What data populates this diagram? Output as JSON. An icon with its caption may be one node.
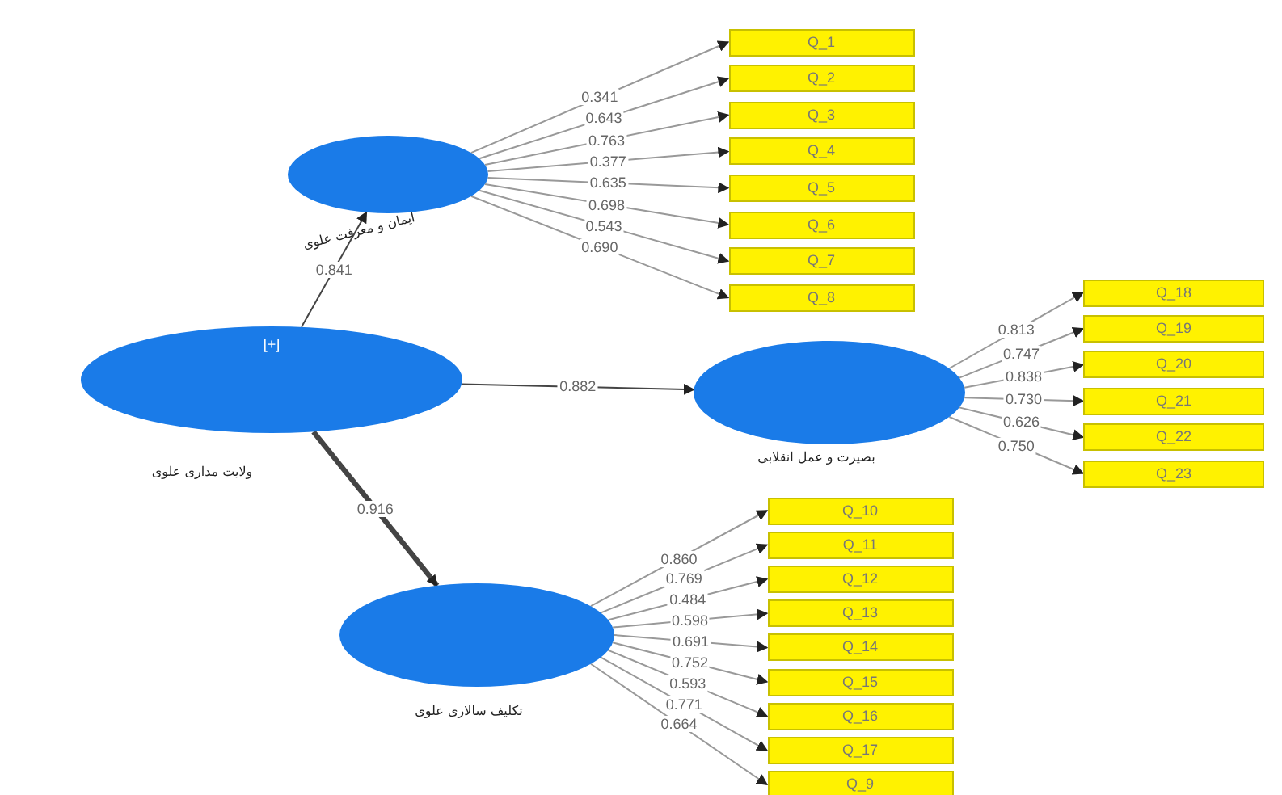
{
  "diagram": {
    "nodes": [
      {
        "text": [
          "[+]",
          "ولایت مداری علوی"
        ]
      },
      {
        "text": [
          "ایمان و معرفت علوی"
        ]
      },
      {
        "text": [
          "بصیرت و عمل انقلابی"
        ]
      },
      {
        "text": [
          "تکلیف سالاری علوی"
        ]
      },
      {
        "text": [
          "Q_1"
        ]
      },
      {
        "text": [
          "Q_2"
        ]
      },
      {
        "text": [
          "Q_3"
        ]
      },
      {
        "text": [
          "Q_4"
        ]
      },
      {
        "text": [
          "Q_5"
        ]
      },
      {
        "text": [
          "Q_6"
        ]
      },
      {
        "text": [
          "Q_7"
        ]
      },
      {
        "text": [
          "Q_8"
        ]
      },
      {
        "text": [
          "Q_18"
        ]
      },
      {
        "text": [
          "Q_19"
        ]
      },
      {
        "text": [
          "Q_20"
        ]
      },
      {
        "text": [
          "Q_21"
        ]
      },
      {
        "text": [
          "Q_22"
        ]
      },
      {
        "text": [
          "Q_23"
        ]
      },
      {
        "text": [
          "Q_10"
        ]
      },
      {
        "text": [
          "Q_11"
        ]
      },
      {
        "text": [
          "Q_12"
        ]
      },
      {
        "text": [
          "Q_13"
        ]
      },
      {
        "text": [
          "Q_14"
        ]
      },
      {
        "text": [
          "Q_15"
        ]
      },
      {
        "text": [
          "Q_16"
        ]
      },
      {
        "text": [
          "Q_17"
        ]
      },
      {
        "text": [
          "Q_9"
        ]
      }
    ],
    "edges": [
      {
        "from": 0,
        "to": 1,
        "arrow": "to",
        "label": "0.841"
      },
      {
        "from": 0,
        "to": 2,
        "arrow": "to",
        "label": "0.882"
      },
      {
        "from": 0,
        "to": 3,
        "arrow": "to",
        "label": "0.916",
        "style": "thick"
      },
      {
        "from": 1,
        "to": 4,
        "arrow": "to",
        "label": "0.341"
      },
      {
        "from": 1,
        "to": 5,
        "arrow": "to",
        "label": "0.643"
      },
      {
        "from": 1,
        "to": 6,
        "arrow": "to",
        "label": "0.763"
      },
      {
        "from": 1,
        "to": 7,
        "arrow": "to",
        "label": "0.377"
      },
      {
        "from": 1,
        "to": 8,
        "arrow": "to",
        "label": "0.635"
      },
      {
        "from": 1,
        "to": 9,
        "arrow": "to",
        "label": "0.698"
      },
      {
        "from": 1,
        "to": 10,
        "arrow": "to",
        "label": "0.543"
      },
      {
        "from": 1,
        "to": 11,
        "arrow": "to",
        "label": "0.690"
      },
      {
        "from": 2,
        "to": 12,
        "arrow": "to",
        "label": "0.813"
      },
      {
        "from": 2,
        "to": 13,
        "arrow": "to",
        "label": "0.747"
      },
      {
        "from": 2,
        "to": 14,
        "arrow": "to",
        "label": "0.838"
      },
      {
        "from": 2,
        "to": 15,
        "arrow": "to",
        "label": "0.730"
      },
      {
        "from": 2,
        "to": 16,
        "arrow": "to",
        "label": "0.626"
      },
      {
        "from": 2,
        "to": 17,
        "arrow": "to",
        "label": "0.750"
      },
      {
        "from": 3,
        "to": 18,
        "arrow": "to",
        "label": "0.860"
      },
      {
        "from": 3,
        "to": 19,
        "arrow": "to",
        "label": "0.769"
      },
      {
        "from": 3,
        "to": 20,
        "arrow": "to",
        "label": "0.484"
      },
      {
        "from": 3,
        "to": 21,
        "arrow": "to",
        "label": "0.598"
      },
      {
        "from": 3,
        "to": 22,
        "arrow": "to",
        "label": "0.691"
      },
      {
        "from": 3,
        "to": 23,
        "arrow": "to",
        "label": "0.752"
      },
      {
        "from": 3,
        "to": 24,
        "arrow": "to",
        "label": "0.593"
      },
      {
        "from": 3,
        "to": 25,
        "arrow": "to",
        "label": "0.771"
      },
      {
        "from": 3,
        "to": 26,
        "arrow": "to",
        "label": "0.664"
      }
    ]
  }
}
